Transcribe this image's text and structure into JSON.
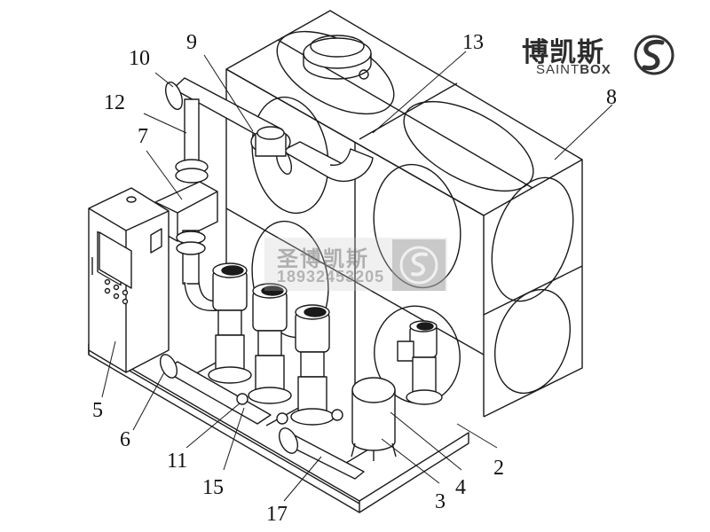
{
  "brand": {
    "name_cn": "博凯斯",
    "name_en_part1": "SAINT",
    "name_en_part2": "BOX"
  },
  "watermark": {
    "name_cn": "圣博凯斯",
    "phone": "18932453205"
  },
  "callouts": [
    "2",
    "3",
    "4",
    "5",
    "6",
    "7",
    "8",
    "9",
    "10",
    "11",
    "12",
    "13",
    "15",
    "17"
  ],
  "colors": {
    "line": "#1a1a1a",
    "accent": "#4a4a4a"
  }
}
